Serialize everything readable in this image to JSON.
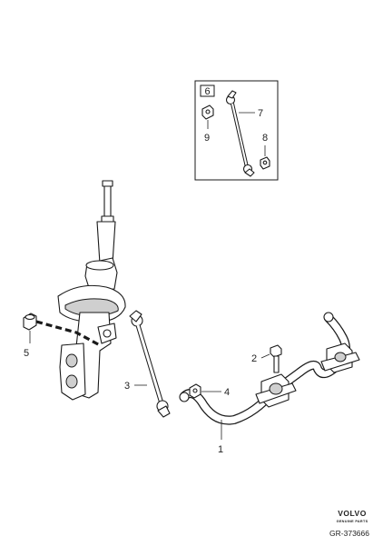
{
  "callouts": {
    "c1": "1",
    "c2": "2",
    "c3": "3",
    "c4": "4",
    "c5": "5",
    "c6": "6",
    "c7": "7",
    "c8": "8",
    "c9": "9"
  },
  "brand": {
    "name": "VOLVO",
    "tagline": "GENUINE PARTS",
    "reference": "GR-373666"
  }
}
